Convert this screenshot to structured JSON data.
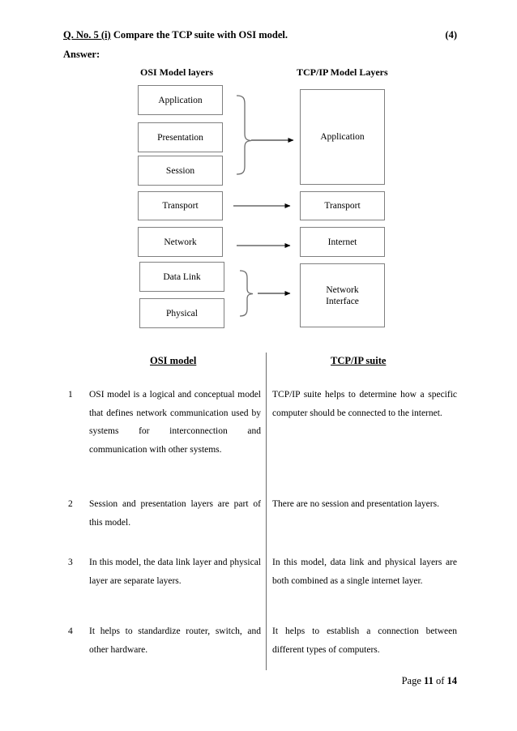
{
  "header": {
    "question_label": "Q. No. 5 (i)",
    "question_text": "Compare the TCP suite with OSI model.",
    "marks": "(4)",
    "answer_label": "Answer:"
  },
  "diagram": {
    "osi_title": "OSI Model layers",
    "tcp_title": "TCP/IP Model Layers",
    "osi_layers": [
      {
        "label": "Application"
      },
      {
        "label": "Presentation"
      },
      {
        "label": "Session"
      },
      {
        "label": "Transport"
      },
      {
        "label": "Network"
      },
      {
        "label": "Data Link"
      },
      {
        "label": "Physical"
      }
    ],
    "tcp_layers": [
      {
        "label": "Application"
      },
      {
        "label": "Transport"
      },
      {
        "label": "Internet"
      },
      {
        "label": "Network",
        "label2": "Interface"
      }
    ]
  },
  "table": {
    "header_left": "OSI model",
    "header_right": "TCP/IP suite",
    "rows": [
      {
        "num": "1",
        "left": "OSI model is a logical and conceptual model that defines network communication used by systems for interconnection and communication with other systems.",
        "right": "TCP/IP suite helps to determine how a specific computer should be connected to the internet."
      },
      {
        "num": "2",
        "left": "Session and presentation layers are part of this model.",
        "right": "There are no session and presentation layers."
      },
      {
        "num": "3",
        "left": "In this model, the data link layer and physical layer are separate layers.",
        "right": "In this model, data link and physical layers are both combined as a single internet layer."
      },
      {
        "num": "4",
        "left": "It helps to standardize router, switch, and other hardware.",
        "right": "It helps to establish a connection between different types of computers."
      }
    ]
  },
  "footer": {
    "prefix": "Page ",
    "current_page": "11",
    "middle": " of ",
    "total_pages": "14"
  }
}
